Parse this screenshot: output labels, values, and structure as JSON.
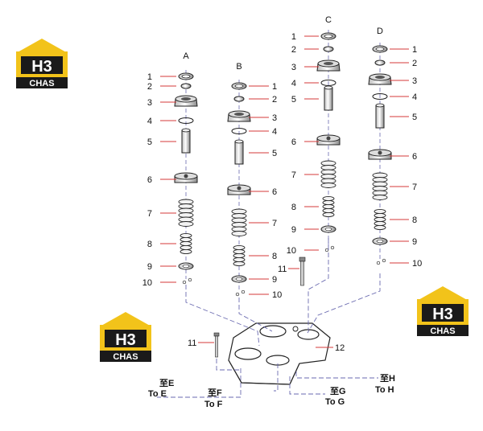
{
  "colors": {
    "leader": "#d63a3a",
    "axis": "#6a6ab0",
    "part": "#222222",
    "logo_yellow": "#f2c31a",
    "logo_dark": "#1a1a1a"
  },
  "logos": [
    {
      "mark": "H3",
      "text": "CHAS"
    },
    {
      "mark": "H3",
      "text": "CHAS"
    },
    {
      "mark": "H3",
      "text": "CHAS"
    }
  ],
  "columns": {
    "A": {
      "label": "A",
      "parts": [
        "1",
        "2",
        "3",
        "4",
        "5",
        "6",
        "7",
        "8",
        "9",
        "10"
      ]
    },
    "B": {
      "label": "B",
      "parts": [
        "1",
        "2",
        "3",
        "4",
        "5",
        "6",
        "7",
        "8",
        "9",
        "10"
      ]
    },
    "C": {
      "label": "C",
      "parts": [
        "1",
        "2",
        "3",
        "4",
        "5",
        "6",
        "7",
        "8",
        "9",
        "10",
        "11"
      ]
    },
    "D": {
      "label": "D",
      "parts": [
        "1",
        "2",
        "3",
        "4",
        "5",
        "6",
        "7",
        "8",
        "9",
        "10"
      ]
    }
  },
  "body": {
    "bolt_label": "11",
    "body_label": "12"
  },
  "destinations": [
    {
      "cn": "至E",
      "en": "To E"
    },
    {
      "cn": "至F",
      "en": "To F"
    },
    {
      "cn": "至G",
      "en": "To G"
    },
    {
      "cn": "至H",
      "en": "To H"
    }
  ]
}
